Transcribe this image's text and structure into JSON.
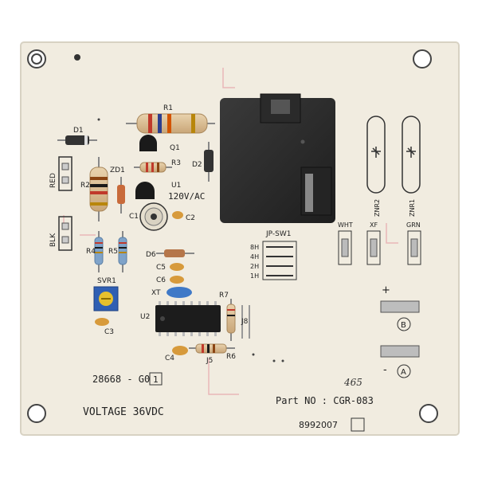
{
  "board": {
    "colors": {
      "board": "#f1ece0",
      "silk": "#1f1f1f",
      "relay": "#2b2b2b",
      "pink_trace": "#e6a0a8",
      "ic": "#1c1c1c"
    },
    "labels": {
      "r1": "R1",
      "d1": "D1",
      "q1": "Q1",
      "r3": "R3",
      "d2": "D2",
      "u1": "U1",
      "zd1": "ZD1",
      "r2": "R2",
      "red": "RED",
      "blk": "BLK",
      "c1": "C1",
      "c2": "C2",
      "voltage_ac": "120V/AC",
      "r4": "R4",
      "r5": "R5",
      "svr1": "SVR1",
      "c3": "C3",
      "d6": "D6",
      "c5": "C5",
      "c6": "C6",
      "xt": "XT",
      "u2": "U2",
      "r7": "R7",
      "j8": "J8",
      "c4": "C4",
      "j5": "J5",
      "r6": "R6",
      "jp_sw1": "JP-SW1",
      "sw_8h": "8H",
      "sw_4h": "4H",
      "sw_2h": "2H",
      "sw_1h": "1H",
      "wht": "WHT",
      "xf": "XF",
      "grn": "GRN",
      "znr1": "ZNR1",
      "znr2": "ZNR2",
      "plus": "+",
      "minus": "-",
      "term_b": "B",
      "term_a": "A",
      "handwritten": "465",
      "board_number": "28668 - G0",
      "board_box": "1",
      "voltage": "VOLTAGE 36VDC",
      "part_no": "Part NO : CGR-083",
      "serial": "8992007"
    }
  }
}
